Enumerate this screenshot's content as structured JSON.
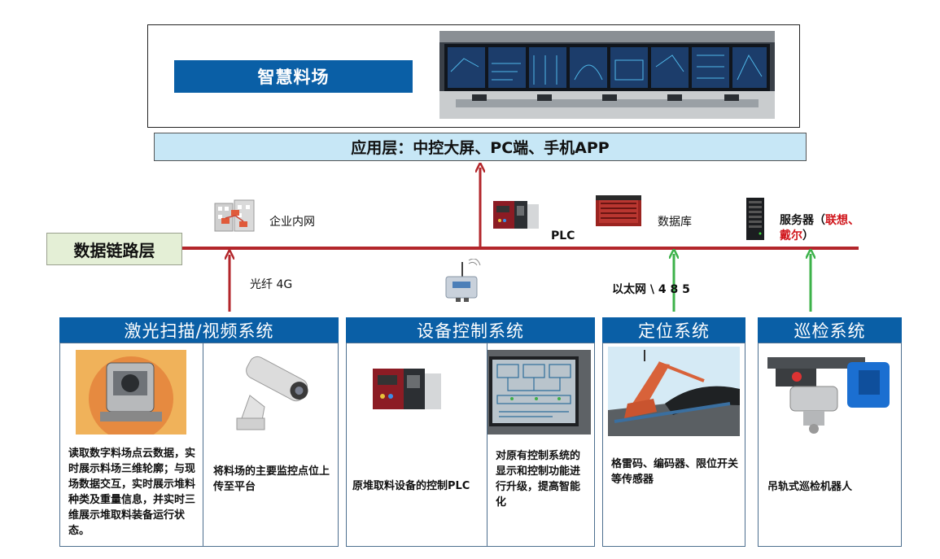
{
  "top": {
    "title": "智慧料场",
    "photo_icon": "control-room-photo"
  },
  "app_layer": {
    "label": "应用层：中控大屏、PC端、手机APP"
  },
  "data_link_layer": {
    "label": "数据链路层"
  },
  "network_nodes": {
    "intranet": {
      "label": "企业内网",
      "icon": "network-building-icon"
    },
    "plc": {
      "label": "PLC",
      "icon": "plc-icon"
    },
    "database": {
      "label": "数据库",
      "icon": "database-icon"
    },
    "server": {
      "label": "服务器（",
      "label_red": "联想、戴尔",
      "label_end": "）",
      "icon": "server-rack-icon"
    },
    "wireless": {
      "icon": "wireless-sensor-icon"
    }
  },
  "links": {
    "fiber": "光纤  4G",
    "ethernet": "以太网 \\ 4 8 5"
  },
  "colors": {
    "accent_blue": "#0a5fa6",
    "bus_red": "#b3262b",
    "arrow_green": "#3cb24a",
    "app_layer_bg": "#c7e7f6"
  },
  "systems": [
    {
      "title": "激光扫描/视频系统",
      "items": [
        {
          "icon": "laser-scanner-icon",
          "text": "读取数字料场点云数据，实时展示料场三维轮廓；与现场数据交互，实时展示堆料种类及重量信息，并实时三维展示堆取料装备运行状态。"
        },
        {
          "icon": "security-camera-icon",
          "text": "将料场的主要监控点位上传至平台"
        }
      ]
    },
    {
      "title": "设备控制系统",
      "items": [
        {
          "icon": "plc-module-icon",
          "text": "原堆取料设备的控制PLC"
        },
        {
          "icon": "control-monitor-icon",
          "text": "对原有控制系统的显示和控制功能进行升级，提高智能化"
        }
      ]
    },
    {
      "title": "定位系统",
      "items": [
        {
          "icon": "stacker-reclaimer-icon",
          "text": "格雷码、编码器、限位开关\n等传感器"
        }
      ]
    },
    {
      "title": "巡检系统",
      "items": [
        {
          "icon": "inspection-robot-icon",
          "text": "吊轨式巡检机器人"
        }
      ]
    }
  ]
}
